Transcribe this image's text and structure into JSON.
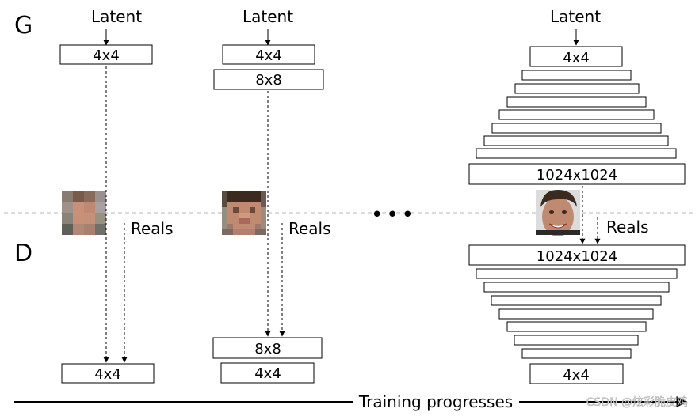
{
  "labels": {
    "generator": "G",
    "discriminator": "D",
    "latent": "Latent",
    "reals": "Reals",
    "ellipsis": "•••",
    "training": "Training progresses",
    "watermark": "CSDN @炫彩脆皮鸡"
  },
  "stage1": {
    "g_boxes": [
      "4x4"
    ],
    "d_boxes": [
      "4x4"
    ]
  },
  "stage2": {
    "g_boxes": [
      "4x4",
      "8x8"
    ],
    "d_boxes": [
      "8x8",
      "4x4"
    ]
  },
  "stage3": {
    "g_top": "4x4",
    "g_bottom": "1024x1024",
    "d_top": "1024x1024",
    "d_bottom": "4x4"
  },
  "colors": {
    "separator": "#b8b8b8",
    "face_skin": "#c08a70",
    "hair": "#3a2a20"
  },
  "icons": [
    "arrow-down-icon",
    "arrow-right-icon"
  ]
}
